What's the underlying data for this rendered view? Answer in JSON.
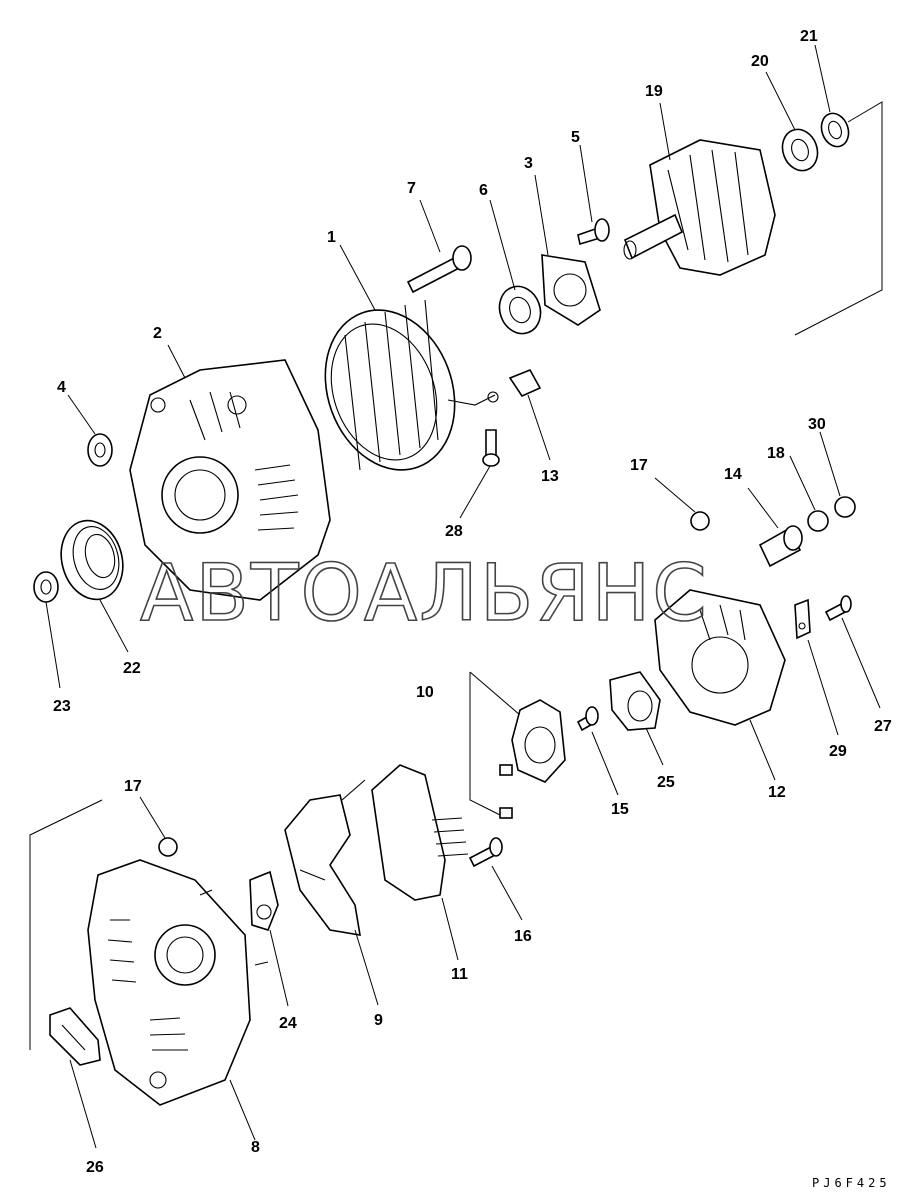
{
  "diagram": {
    "watermark": "АВТОАЛЬЯНС",
    "drawing_code": "PJ6F425",
    "callouts": [
      "1",
      "2",
      "3",
      "4",
      "5",
      "6",
      "7",
      "8",
      "9",
      "10",
      "11",
      "12",
      "13",
      "14",
      "15",
      "16",
      "17",
      "17",
      "18",
      "19",
      "20",
      "21",
      "22",
      "23",
      "24",
      "25",
      "26",
      "27",
      "28",
      "29",
      "30"
    ]
  },
  "colors": {
    "line": "#000000",
    "background": "#ffffff",
    "watermark": "#444444"
  }
}
